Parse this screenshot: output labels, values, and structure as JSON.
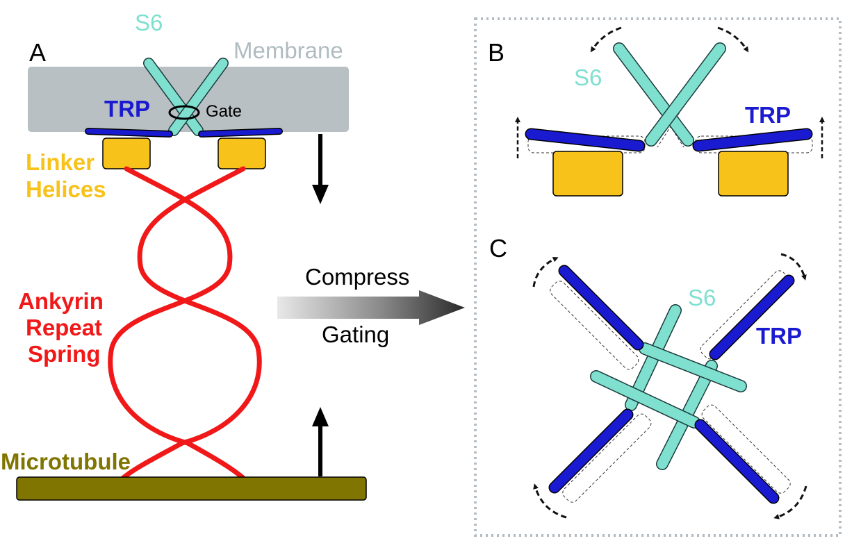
{
  "panels": {
    "a": {
      "letter": "A",
      "labels": {
        "s6": "S6",
        "membrane": "Membrane",
        "trp": "TRP",
        "gate": "Gate",
        "linker_line1": "Linker",
        "linker_line2": "Helices",
        "ankyrin_line1": "Ankyrin",
        "ankyrin_line2": "Repeat",
        "ankyrin_line3": "Spring",
        "microtubule": "Microtubule"
      }
    },
    "transition": {
      "top_label": "Compress",
      "bottom_label": "Gating"
    },
    "b": {
      "letter": "B",
      "labels": {
        "s6": "S6",
        "trp": "TRP"
      }
    },
    "c": {
      "letter": "C",
      "labels": {
        "s6": "S6",
        "trp": "TRP"
      }
    }
  },
  "colors": {
    "s6": "#7fe0d0",
    "trp": "#1a1ad0",
    "membrane": "#b8c0c4",
    "membrane_label": "#b0bcc0",
    "linker": "#f7c21a",
    "ankyrin": "#f01818",
    "microtubule": "#7f7500",
    "microtubule_label": "#7f7500",
    "dotted_border": "#b5bcc2"
  }
}
